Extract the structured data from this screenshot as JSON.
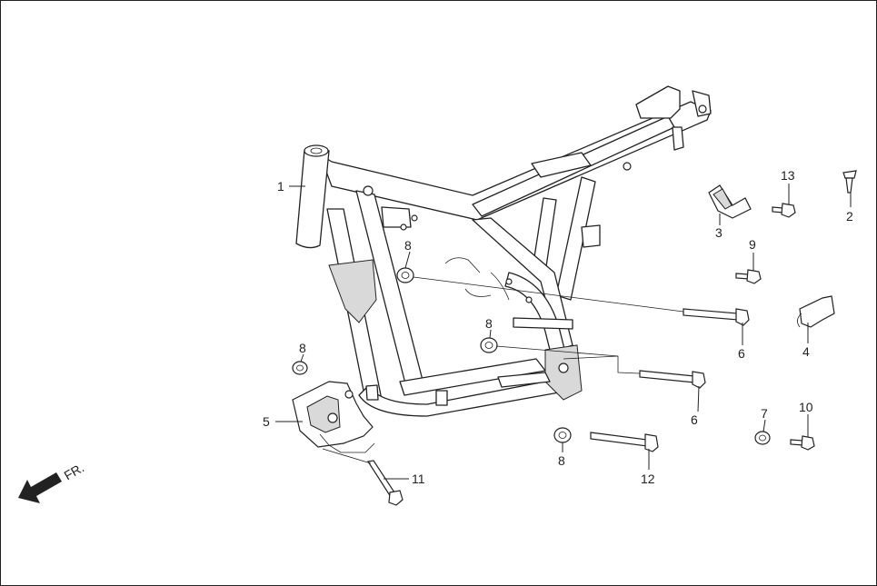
{
  "diagram": {
    "direction_label": "FR.",
    "callouts": [
      "1",
      "2",
      "3",
      "4",
      "5",
      "6",
      "6",
      "7",
      "8",
      "8",
      "8",
      "8",
      "9",
      "10",
      "11",
      "12",
      "13"
    ]
  }
}
